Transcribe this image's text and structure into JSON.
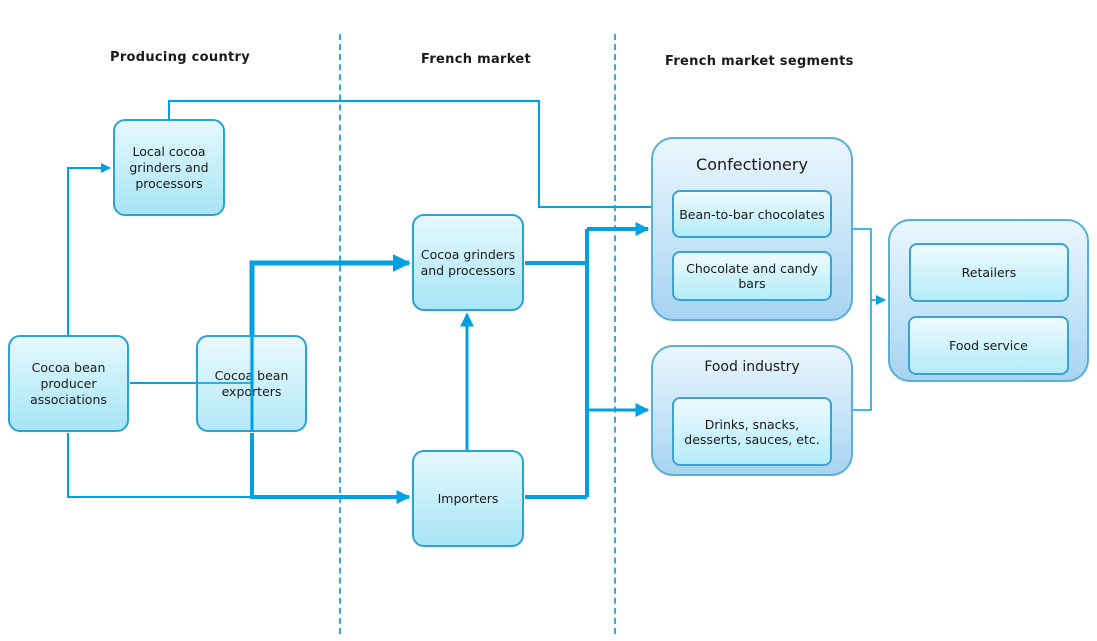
{
  "headers": {
    "producing": "Producing country",
    "french_market": "French market",
    "segments": "French market segments"
  },
  "nodes": {
    "local_grinders": "Local cocoa grinders and processors",
    "producer_assoc": "Cocoa bean producer associations",
    "exporters": "Cocoa bean exporters",
    "grinders": "Cocoa grinders and processors",
    "importers": "Importers"
  },
  "confectionery": {
    "title": "Confectionery",
    "bean_to_bar": "Bean-to-bar chocolates",
    "chocolate_candy": "Chocolate and candy bars"
  },
  "food_industry": {
    "title": "Food industry",
    "products": "Drinks, snacks, desserts, sauces, etc."
  },
  "retail_group": {
    "retailers": "Retailers",
    "food_service": "Food service"
  },
  "colors": {
    "line": "#00a0e3",
    "divider": "#36a9e1",
    "box_border": "#29a3d6"
  }
}
